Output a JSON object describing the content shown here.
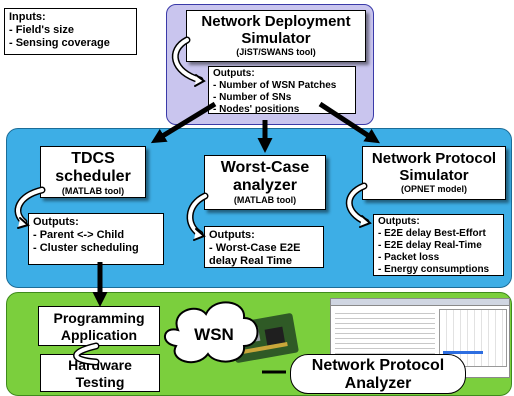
{
  "inputs": {
    "title": "Inputs:",
    "items": [
      "- Field's size",
      "- Sensing coverage"
    ]
  },
  "deployment": {
    "title_line1": "Network Deployment",
    "title_line2": "Simulator",
    "tool": "(JiST/SWANS tool)",
    "outputs_title": "Outputs:",
    "outputs": [
      "- Number of WSN Patches",
      "- Number of SNs",
      "- Nodes' positions"
    ]
  },
  "tdcs": {
    "title_line1": "TDCS",
    "title_line2": "scheduler",
    "tool": "(MATLAB tool)",
    "outputs_title": "Outputs:",
    "outputs": [
      "- Parent <-> Child",
      "- Cluster scheduling"
    ]
  },
  "worst_case": {
    "title_line1": "Worst-Case",
    "title_line2": "analyzer",
    "tool": "(MATLAB tool)",
    "outputs_title": "Outputs:",
    "outputs": [
      "- Worst-Case E2E",
      "delay Real Time"
    ]
  },
  "protocol_sim": {
    "title_line1": "Network Protocol",
    "title_line2": "Simulator",
    "tool": "(OPNET model)",
    "outputs_title": "Outputs:",
    "outputs": [
      "- E2E delay Best-Effort",
      "- E2E delay Real-Time",
      "- Packet loss",
      "- Energy consumptions"
    ]
  },
  "bottom": {
    "programming_line1": "Programming",
    "programming_line2": "Application",
    "hardware_line1": "Hardware",
    "hardware_line2": "Testing",
    "wsn": "WSN",
    "analyzer_line1": "Network Protocol",
    "analyzer_line2": "Analyzer"
  },
  "colors": {
    "top_panel": "#c9c5ee",
    "middle_panel": "#3daee6",
    "bottom_panel": "#7bcf3d"
  }
}
